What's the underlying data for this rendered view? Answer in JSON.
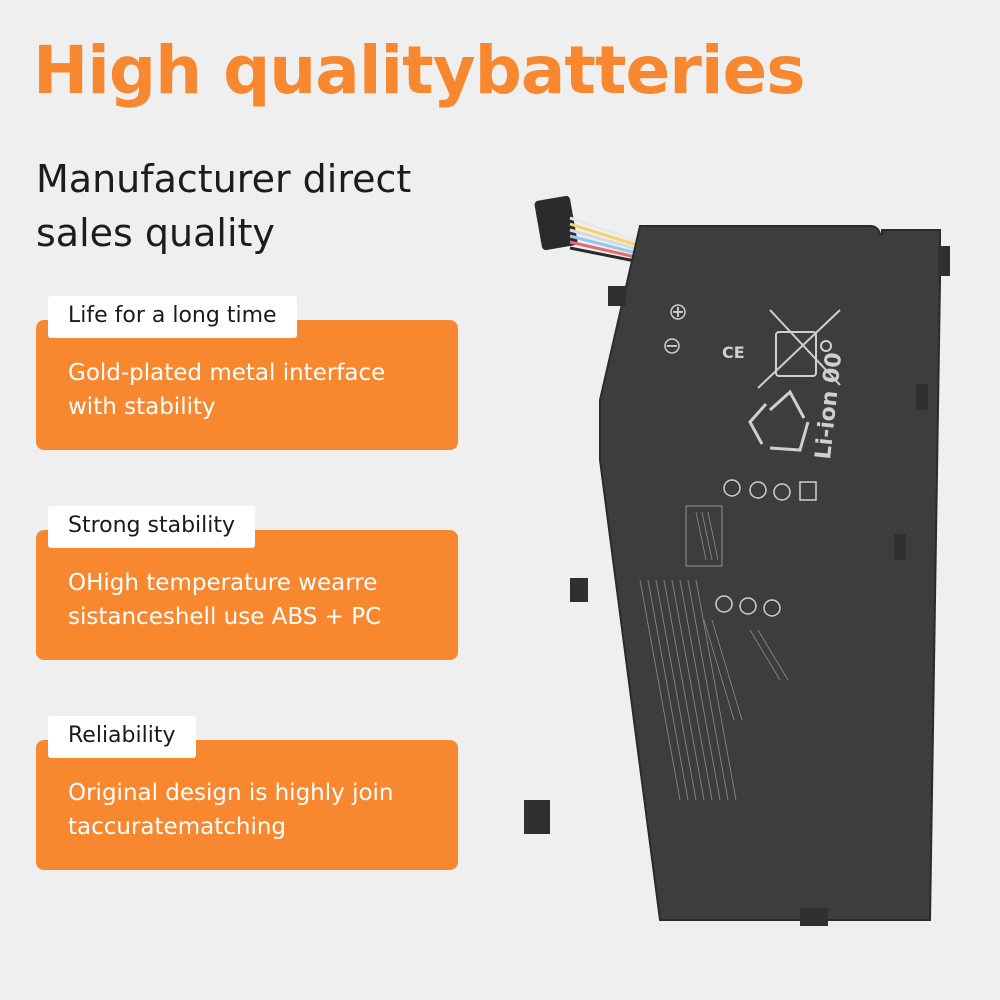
{
  "headline": "High qualitybatteries",
  "subhead": "Manufacturer direct sales quality",
  "features": [
    {
      "title": "Life for a long time",
      "text": "Gold-plated metal interface with stability"
    },
    {
      "title": "Strong stability",
      "text": "OHigh temperature wearre sistanceshell use ABS + PC"
    },
    {
      "title": "Reliability",
      "text": "Original design is highly join taccuratematching"
    }
  ],
  "battery": {
    "chemistry_label": "Li-ion 00",
    "ce_mark": "CE",
    "plus_symbol": "+",
    "minus_symbol": "−"
  },
  "colors": {
    "accent": "#f7882f",
    "background": "#efefef",
    "battery_body": "#3b3d3e"
  }
}
